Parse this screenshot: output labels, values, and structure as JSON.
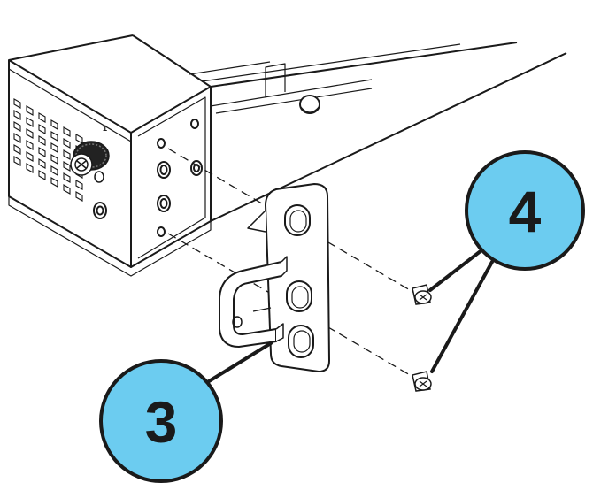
{
  "diagram": {
    "chassis_port_label": "1",
    "callouts": [
      {
        "number": "3",
        "refers_to": "rack-mount-bracket"
      },
      {
        "number": "4",
        "refers_to": "mounting-screws"
      }
    ]
  },
  "colors": {
    "callout_fill": "#6CCCF0",
    "callout_stroke": "#1a1a1a",
    "line": "#1a1a1a",
    "background": "#ffffff"
  }
}
